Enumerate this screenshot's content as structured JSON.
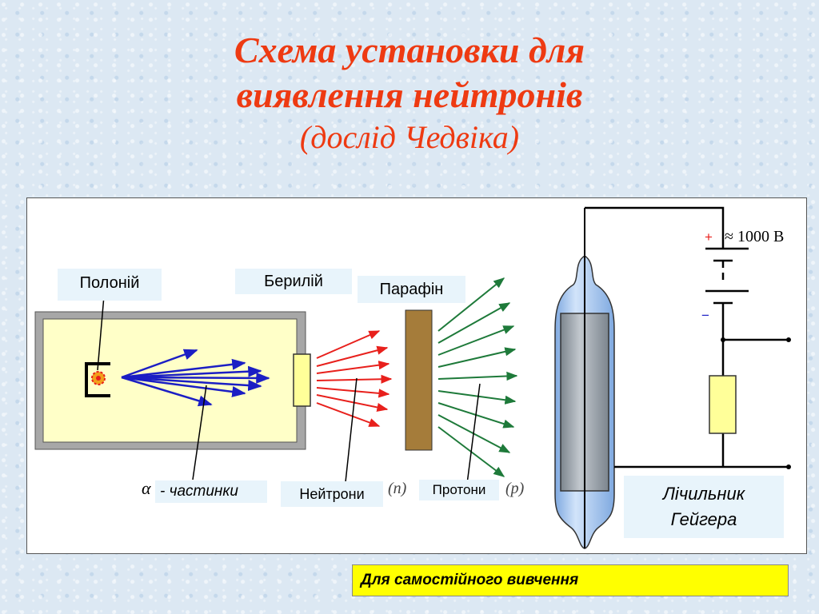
{
  "title": {
    "line1": "Схема установки для",
    "line2": "виявлення нейтронів",
    "subtitle": "(дослід Чедвіка)"
  },
  "diagram": {
    "labels": {
      "polonium": "Полоній",
      "beryllium": "Берилій",
      "paraffin": "Парафін",
      "alpha_symbol": "α",
      "alpha_particles": "- частинки",
      "neutrons": "Нейтрони",
      "neutron_symbol": "(n)",
      "protons": "Протони",
      "proton_symbol": "(p)",
      "geiger_counter_line1": "Лічильник",
      "geiger_counter_line2": "Гейгера",
      "voltage": "≈ 1000 В",
      "plus": "+",
      "minus": "−"
    },
    "colors": {
      "alpha_rays": "#1b1ec4",
      "neutron_rays": "#e8201c",
      "proton_rays": "#1e7a3a",
      "chamber_fill": "#ffffc8",
      "beryllium_fill": "#ffff99",
      "paraffin_fill": "#a57c3a",
      "tube_fill": "#a9c9f0",
      "electrode_fill": "#9aa4ad"
    }
  },
  "note": {
    "text": "Для самостійного вивчення"
  }
}
